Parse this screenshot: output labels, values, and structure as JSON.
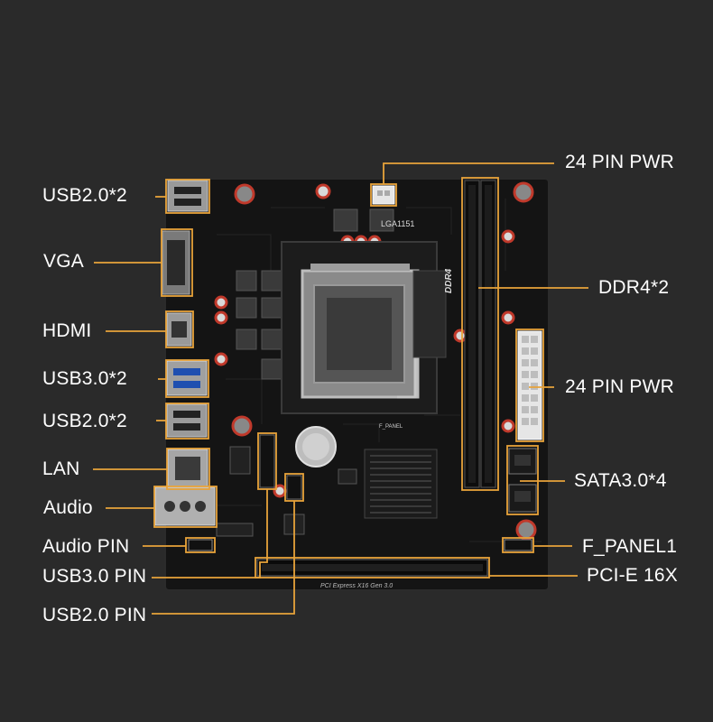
{
  "labels": {
    "usb20_top": "USB2.0*2",
    "vga": "VGA",
    "hdmi": "HDMI",
    "usb30": "USB3.0*2",
    "usb20_mid": "USB2.0*2",
    "lan": "LAN",
    "audio": "Audio",
    "audio_pin": "Audio PIN",
    "usb30_pin": "USB3.0 PIN",
    "usb20_pin": "USB2.0 PIN",
    "pwr24_top": "24 PIN PWR",
    "ddr4": "DDR4*2",
    "pwr24_mid": "24 PIN PWR",
    "sata": "SATA3.0*4",
    "fpanel": "F_PANEL1",
    "pcie": "PCI-E 16X"
  },
  "board_text": {
    "socket": "LGA1151",
    "ddr_print": "DDR4",
    "fpanel_print": "F_PANEL",
    "pcie_print": "PCI Express X16 Gen 3.0"
  },
  "colors": {
    "background": "#2a2a2a",
    "board": "#141414",
    "callout": "#e8a33a",
    "label": "#ffffff"
  }
}
